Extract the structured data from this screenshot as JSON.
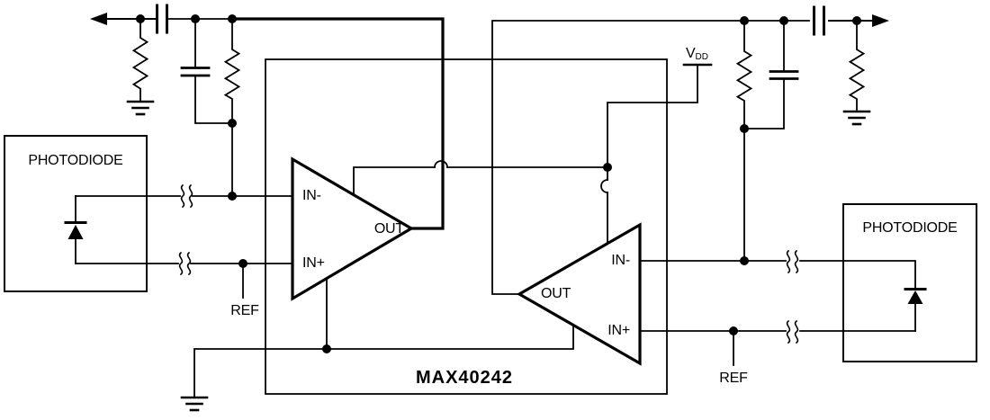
{
  "colors": {
    "line": "#000000",
    "background": "#ffffff"
  },
  "left_photodiode": {
    "label": "PHOTODIODE"
  },
  "right_photodiode": {
    "label": "PHOTODIODE"
  },
  "chip": {
    "label": "MAX40242"
  },
  "left_amp": {
    "in_minus": "IN-",
    "in_plus": "IN+",
    "out": "OUT"
  },
  "right_amp": {
    "in_minus": "IN-",
    "in_plus": "IN+",
    "out": "OUT"
  },
  "left_ref": {
    "label": "REF"
  },
  "right_ref": {
    "label": "REF"
  },
  "vdd": {
    "main": "V",
    "sub": "DD"
  }
}
